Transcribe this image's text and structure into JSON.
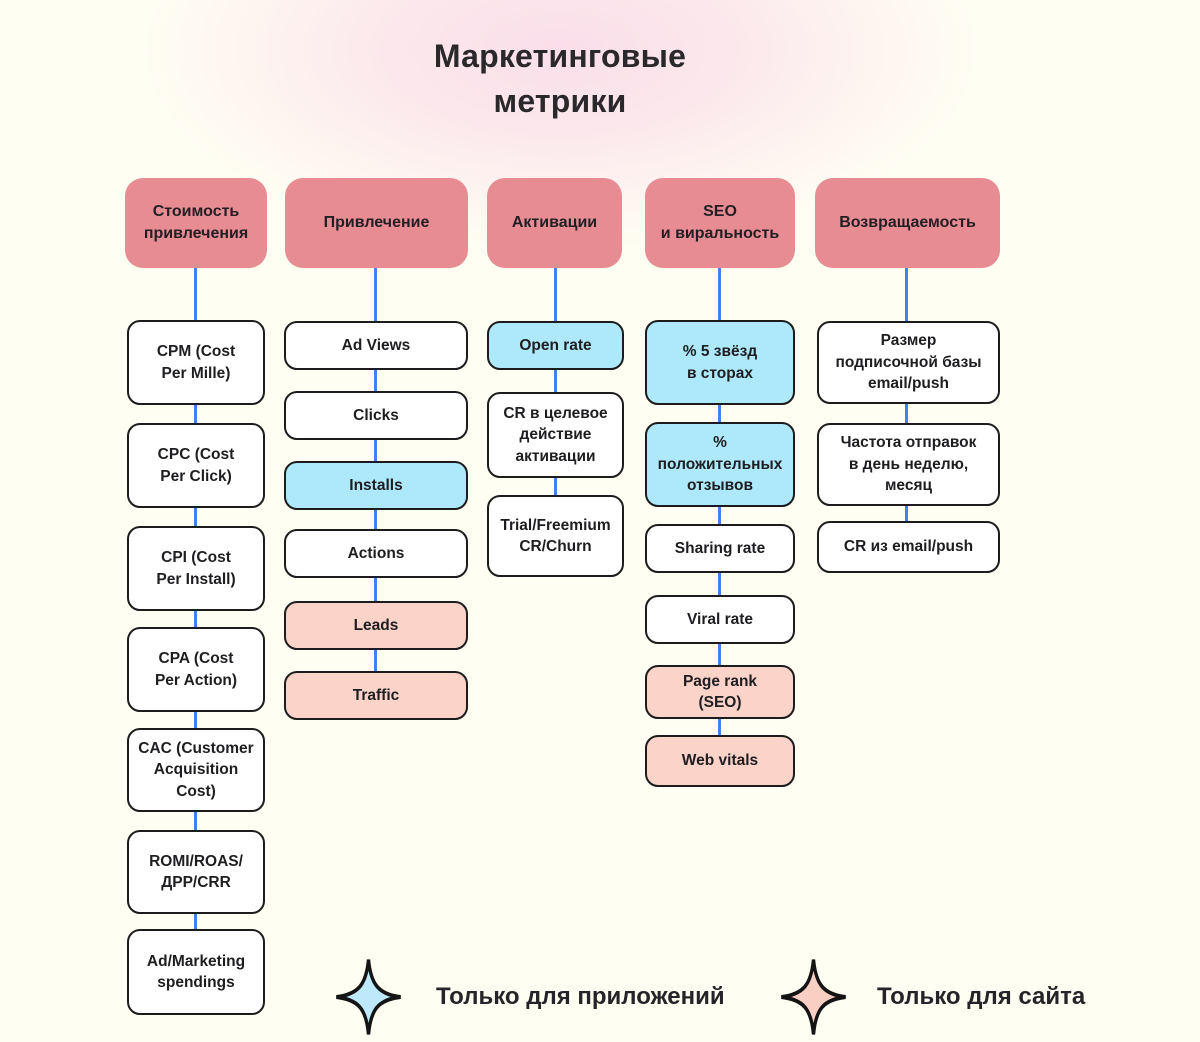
{
  "title": "Маркетинговые\nметрики",
  "columns": [
    {
      "header": "Стоимость\nпривлечения",
      "boxes": [
        {
          "label": "CPM (Cost\nPer Mille)",
          "tone": "white"
        },
        {
          "label": "CPC (Cost\nPer Click)",
          "tone": "white"
        },
        {
          "label": "CPI (Cost\nPer Install)",
          "tone": "white"
        },
        {
          "label": "CPA (Cost\nPer Action)",
          "tone": "white"
        },
        {
          "label": "CAC (Customer\nAcquisition\nCost)",
          "tone": "white"
        },
        {
          "label": "ROMI/ROAS/\nДРР/CRR",
          "tone": "white"
        },
        {
          "label": "Ad/Marketing\nspendings",
          "tone": "white"
        }
      ]
    },
    {
      "header": "Привлечение",
      "boxes": [
        {
          "label": "Ad Views",
          "tone": "white"
        },
        {
          "label": "Clicks",
          "tone": "white"
        },
        {
          "label": "Installs",
          "tone": "blue"
        },
        {
          "label": "Actions",
          "tone": "white"
        },
        {
          "label": "Leads",
          "tone": "pink"
        },
        {
          "label": "Traffic",
          "tone": "pink"
        }
      ]
    },
    {
      "header": "Активации",
      "boxes": [
        {
          "label": "Open rate",
          "tone": "blue"
        },
        {
          "label": "CR в целевое\nдействие\nактивации",
          "tone": "white"
        },
        {
          "label": "Trial/Freemium\nCR/Churn",
          "tone": "white"
        }
      ]
    },
    {
      "header": "SEO\nи виральность",
      "boxes": [
        {
          "label": "% 5 звёзд\nв сторах",
          "tone": "blue"
        },
        {
          "label": "%\nположительных\nотзывов",
          "tone": "blue"
        },
        {
          "label": "Sharing rate",
          "tone": "white"
        },
        {
          "label": "Viral rate",
          "tone": "white"
        },
        {
          "label": "Page rank\n(SEO)",
          "tone": "pink"
        },
        {
          "label": "Web vitals",
          "tone": "pink"
        }
      ]
    },
    {
      "header": "Возвращаемость",
      "boxes": [
        {
          "label": "Размер\nподписочной базы\nemail/push",
          "tone": "white"
        },
        {
          "label": "Частота отправок\nв день неделю,\nмесяц",
          "tone": "white"
        },
        {
          "label": "CR из email/push",
          "tone": "white"
        }
      ]
    }
  ],
  "legend": [
    {
      "label": "Только для приложений",
      "star": "blue"
    },
    {
      "label": "Только для сайта",
      "star": "pink"
    }
  ],
  "colors": {
    "background": "#FFFEF3",
    "header_fill": "#E88C94",
    "blue_fill": "#AEE9FB",
    "pink_fill": "#FBD3C9",
    "connector": "#4080EF",
    "border": "#1C1C1C",
    "star_blue": "#BEE9FA",
    "star_pink": "#F9CFC4"
  }
}
